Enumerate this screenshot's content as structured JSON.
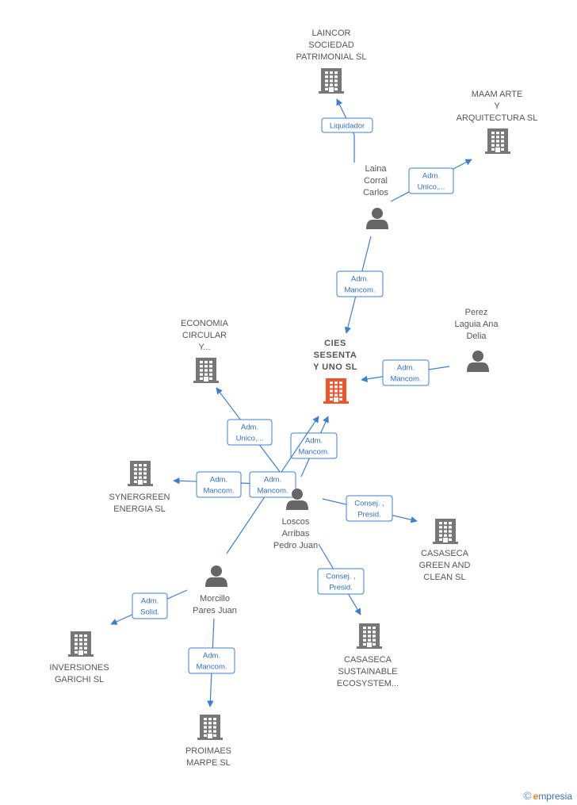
{
  "colors": {
    "edge": "#3b7fd1",
    "company": "#777777",
    "main_company": "#f0542a",
    "person": "#666666"
  },
  "nodes": [
    {
      "id": "laincor",
      "type": "company",
      "label": [
        "LAINCOR",
        "SOCIEDAD",
        "PATRIMONIAL SL"
      ]
    },
    {
      "id": "maam",
      "type": "company",
      "label": [
        "MAAM ARTE",
        "Y",
        "ARQUITECTURA SL"
      ]
    },
    {
      "id": "laina",
      "type": "person",
      "label": [
        "Laina",
        "Corral",
        "Carlos"
      ]
    },
    {
      "id": "cies",
      "type": "main",
      "label": [
        "CIES",
        "SESENTA",
        "Y UNO  SL"
      ]
    },
    {
      "id": "perez",
      "type": "person",
      "label": [
        "Perez",
        "Laguia Ana",
        "Delia"
      ]
    },
    {
      "id": "economia",
      "type": "company",
      "label": [
        "ECONOMIA",
        "CIRCULAR",
        "Y..."
      ]
    },
    {
      "id": "synergreen",
      "type": "company",
      "label": [
        "SYNERGREEN",
        "ENERGIA  SL"
      ]
    },
    {
      "id": "loscos",
      "type": "person",
      "label": [
        "Loscos",
        "Arribas",
        "Pedro Juan"
      ]
    },
    {
      "id": "casaseca_gc",
      "type": "company",
      "label": [
        "CASASECA",
        "GREEN AND",
        "CLEAN  SL"
      ]
    },
    {
      "id": "morcillo",
      "type": "person",
      "label": [
        "Morcillo",
        "Pares Juan"
      ]
    },
    {
      "id": "inversiones",
      "type": "company",
      "label": [
        "INVERSIONES",
        "GARICHI  SL"
      ]
    },
    {
      "id": "casaseca_se",
      "type": "company",
      "label": [
        "CASASECA",
        "SUSTAINABLE",
        "ECOSYSTEM..."
      ]
    },
    {
      "id": "proimaes",
      "type": "company",
      "label": [
        "PROIMAES",
        "MARPE SL"
      ]
    }
  ],
  "edges": [
    {
      "from": "laina",
      "to": "laincor",
      "label": [
        "Liquidador"
      ]
    },
    {
      "from": "laina",
      "to": "maam",
      "label": [
        "Adm.",
        "Unico,..."
      ]
    },
    {
      "from": "laina",
      "to": "cies",
      "label": [
        "Adm.",
        "Mancom."
      ]
    },
    {
      "from": "perez",
      "to": "cies",
      "label": [
        "Adm.",
        "Mancom."
      ]
    },
    {
      "from": "loscos",
      "to": "economia",
      "label": [
        "Adm.",
        "Unico,..."
      ]
    },
    {
      "from": "loscos",
      "to": "cies",
      "label": [
        "Adm.",
        "Mancom."
      ]
    },
    {
      "from": "loscos",
      "to": "synergreen",
      "label": [
        "Adm.",
        "Mancom."
      ]
    },
    {
      "from": "morcillo",
      "to": "cies",
      "label": [
        "Adm.",
        "Mancom."
      ]
    },
    {
      "from": "loscos",
      "to": "casaseca_gc",
      "label": [
        "Consej. ,",
        "Presid."
      ]
    },
    {
      "from": "loscos",
      "to": "casaseca_se",
      "label": [
        "Consej. ,",
        "Presid."
      ]
    },
    {
      "from": "morcillo",
      "to": "inversiones",
      "label": [
        "Adm.",
        "Solid."
      ]
    },
    {
      "from": "morcillo",
      "to": "proimaes",
      "label": [
        "Adm.",
        "Mancom."
      ]
    }
  ],
  "brand": {
    "copyright": "©",
    "initial": "e",
    "rest": "mpresia"
  }
}
